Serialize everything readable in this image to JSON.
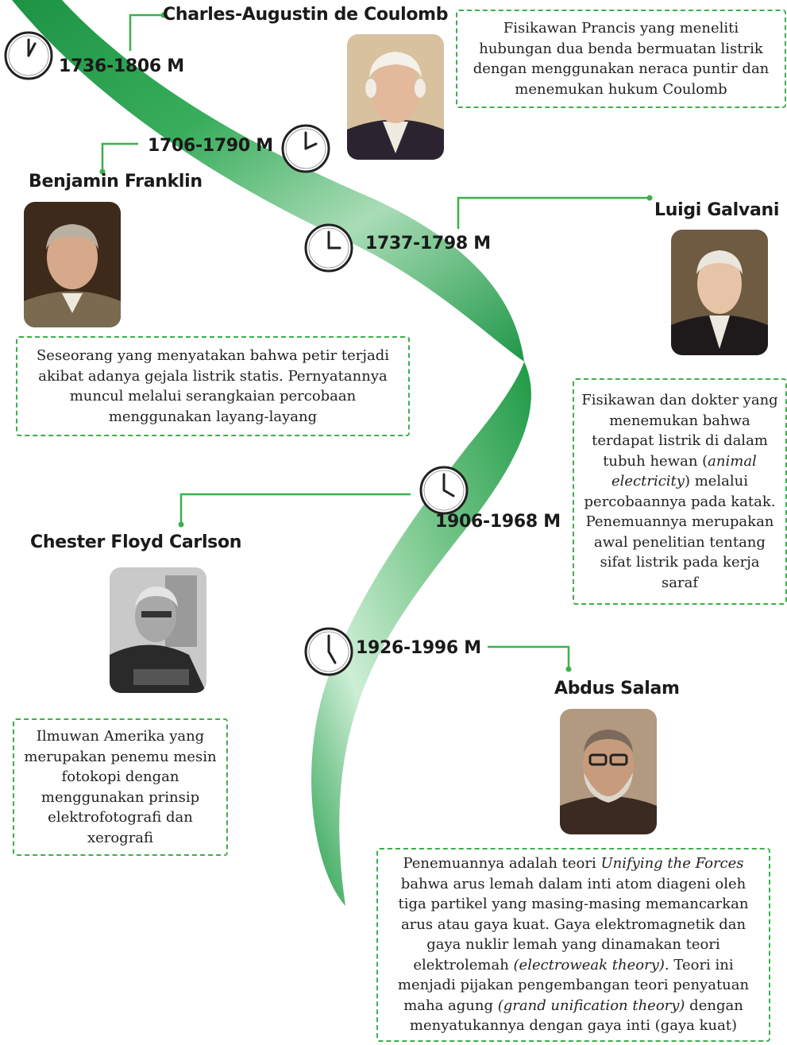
{
  "entries": [
    {
      "name": "Charles-Augustin de Coulomb",
      "years": "1736-1806 M",
      "desc": "Fisikawan Prancis yang meneliti hubungan dua benda bermuatan listrik dengan menggunakan neraca puntir dan menemukan hukum Coulomb"
    },
    {
      "name": "Benjamin Franklin",
      "years": "1706-1790 M",
      "desc": "Seseorang yang menyatakan bahwa petir terjadi akibat adanya gejala listrik statis. Pernyatannya muncul melalui serangkaian percobaan menggunakan layang-layang"
    },
    {
      "name": "Luigi Galvani",
      "years": "1737-1798 M",
      "desc_parts": [
        "Fisikawan dan dokter yang menemukan bahwa terdapat listrik di dalam tubuh hewan (",
        "animal electricity",
        ") melalui percobaannya pada katak. Penemuannya merupakan awal penelitian tentang sifat listrik pada kerja saraf"
      ]
    },
    {
      "name": "Chester Floyd Carlson",
      "years": "1906-1968 M",
      "desc": "Ilmuwan Amerika yang merupakan penemu mesin fotokopi dengan menggunakan prinsip elektrofotografi dan xerografi"
    },
    {
      "name": "Abdus Salam",
      "years": "1926-1996 M",
      "desc_parts": [
        "Penemuannya adalah teori ",
        "Unifying the Forces",
        " bahwa arus lemah dalam inti atom diageni oleh tiga partikel yang masing-masing memancarkan arus atau gaya kuat. Gaya elektromagnetik dan gaya nuklir lemah yang dinamakan teori elektrolemah ",
        "(electroweak theory).",
        " Teori ini menjadi pijakan pengembangan teori penyatuan maha agung ",
        "(grand unification theory)",
        " dengan menyatukannya dengan gaya inti (gaya kuat)"
      ]
    }
  ],
  "colors": {
    "ribbon_dark": "#1f9a44",
    "ribbon_light": "#c9ebd0",
    "connector": "#3cb04a",
    "box_border": "#3cb04a"
  },
  "icons": [
    "clock-icon",
    "portrait-image"
  ]
}
